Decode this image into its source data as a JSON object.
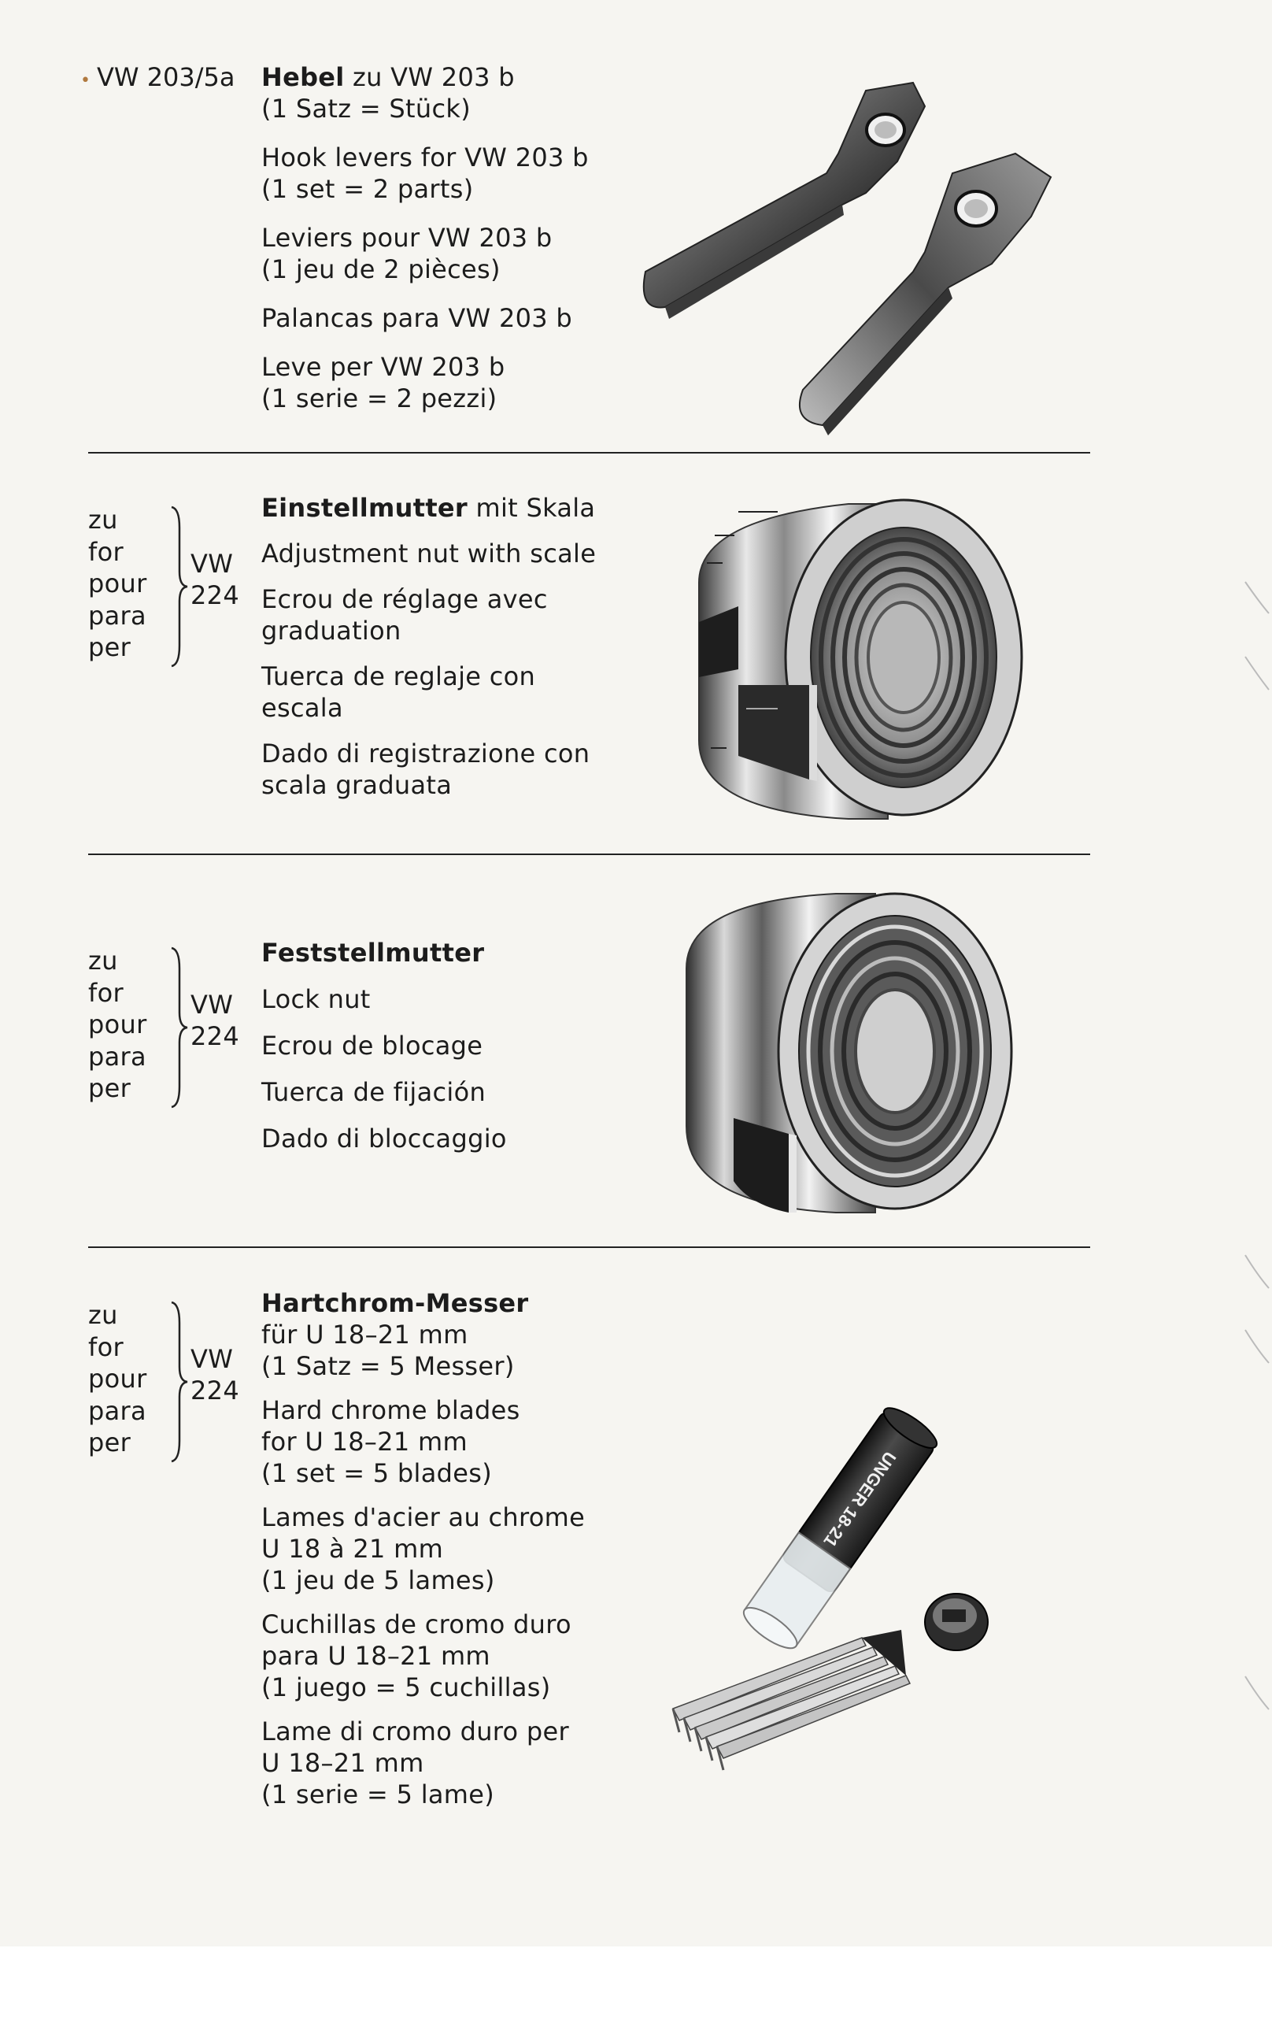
{
  "page": {
    "background": "#f6f5f1"
  },
  "sections": [
    {
      "code_bullet": "•",
      "code": "VW 203/5a",
      "entries": [
        {
          "lines": [
            {
              "bold": "Hebel",
              "rest": " zu VW 203 b"
            },
            "(1 Satz = Stück)"
          ]
        },
        {
          "lines": [
            "Hook levers for VW 203 b",
            "(1 set = 2 parts)"
          ]
        },
        {
          "lines": [
            "Leviers pour VW 203 b",
            "(1 jeu de 2 pièces)"
          ]
        },
        {
          "lines": [
            "Palancas para VW 203 b"
          ]
        },
        {
          "lines": [
            "Leve per VW 203 b",
            "(1 serie = 2 pezzi)"
          ]
        }
      ],
      "image_icon": "hook-levers-illustration"
    },
    {
      "ref": {
        "words": [
          "zu",
          "for",
          "pour",
          "para",
          "per"
        ],
        "target": [
          "VW",
          "224"
        ]
      },
      "entries": [
        {
          "lines": [
            {
              "bold": "Einstellmutter",
              "rest": " mit Skala"
            }
          ]
        },
        {
          "lines": [
            "Adjustment nut with scale"
          ]
        },
        {
          "lines": [
            "Ecrou de réglage avec",
            "graduation"
          ]
        },
        {
          "lines": [
            "Tuerca de reglaje con",
            "escala"
          ]
        },
        {
          "lines": [
            "Dado di registrazione con",
            "scala graduata"
          ]
        }
      ],
      "image_icon": "adjustment-nut-illustration"
    },
    {
      "ref": {
        "words": [
          "zu",
          "for",
          "pour",
          "para",
          "per"
        ],
        "target": [
          "VW",
          "224"
        ]
      },
      "entries": [
        {
          "lines": [
            {
              "bold": "Feststellmutter",
              "rest": ""
            }
          ]
        },
        {
          "lines": [
            "Lock nut"
          ]
        },
        {
          "lines": [
            "Ecrou de blocage"
          ]
        },
        {
          "lines": [
            "Tuerca de fijación"
          ]
        },
        {
          "lines": [
            "Dado di bloccaggio"
          ]
        }
      ],
      "image_icon": "lock-nut-illustration"
    },
    {
      "ref": {
        "words": [
          "zu",
          "for",
          "pour",
          "para",
          "per"
        ],
        "target": [
          "VW",
          "224"
        ]
      },
      "entries": [
        {
          "lines": [
            {
              "bold": "Hartchrom-Messer",
              "rest": ""
            },
            "für U 18–21 mm",
            "(1 Satz = 5 Messer)"
          ]
        },
        {
          "lines": [
            "Hard chrome blades",
            "for U 18–21 mm",
            "(1 set = 5 blades)"
          ]
        },
        {
          "lines": [
            "Lames d'acier au chrome",
            "U 18 à 21 mm",
            "(1 jeu de 5 lames)"
          ]
        },
        {
          "lines": [
            "Cuchillas de cromo duro",
            "para U 18–21 mm",
            "(1 juego = 5 cuchillas)"
          ]
        },
        {
          "lines": [
            "Lame di cromo duro per",
            "U 18–21 mm",
            "(1 serie = 5 lame)"
          ]
        }
      ],
      "image_icon": "chrome-blades-illustration",
      "tube_label": "UNGER 18-21"
    }
  ]
}
